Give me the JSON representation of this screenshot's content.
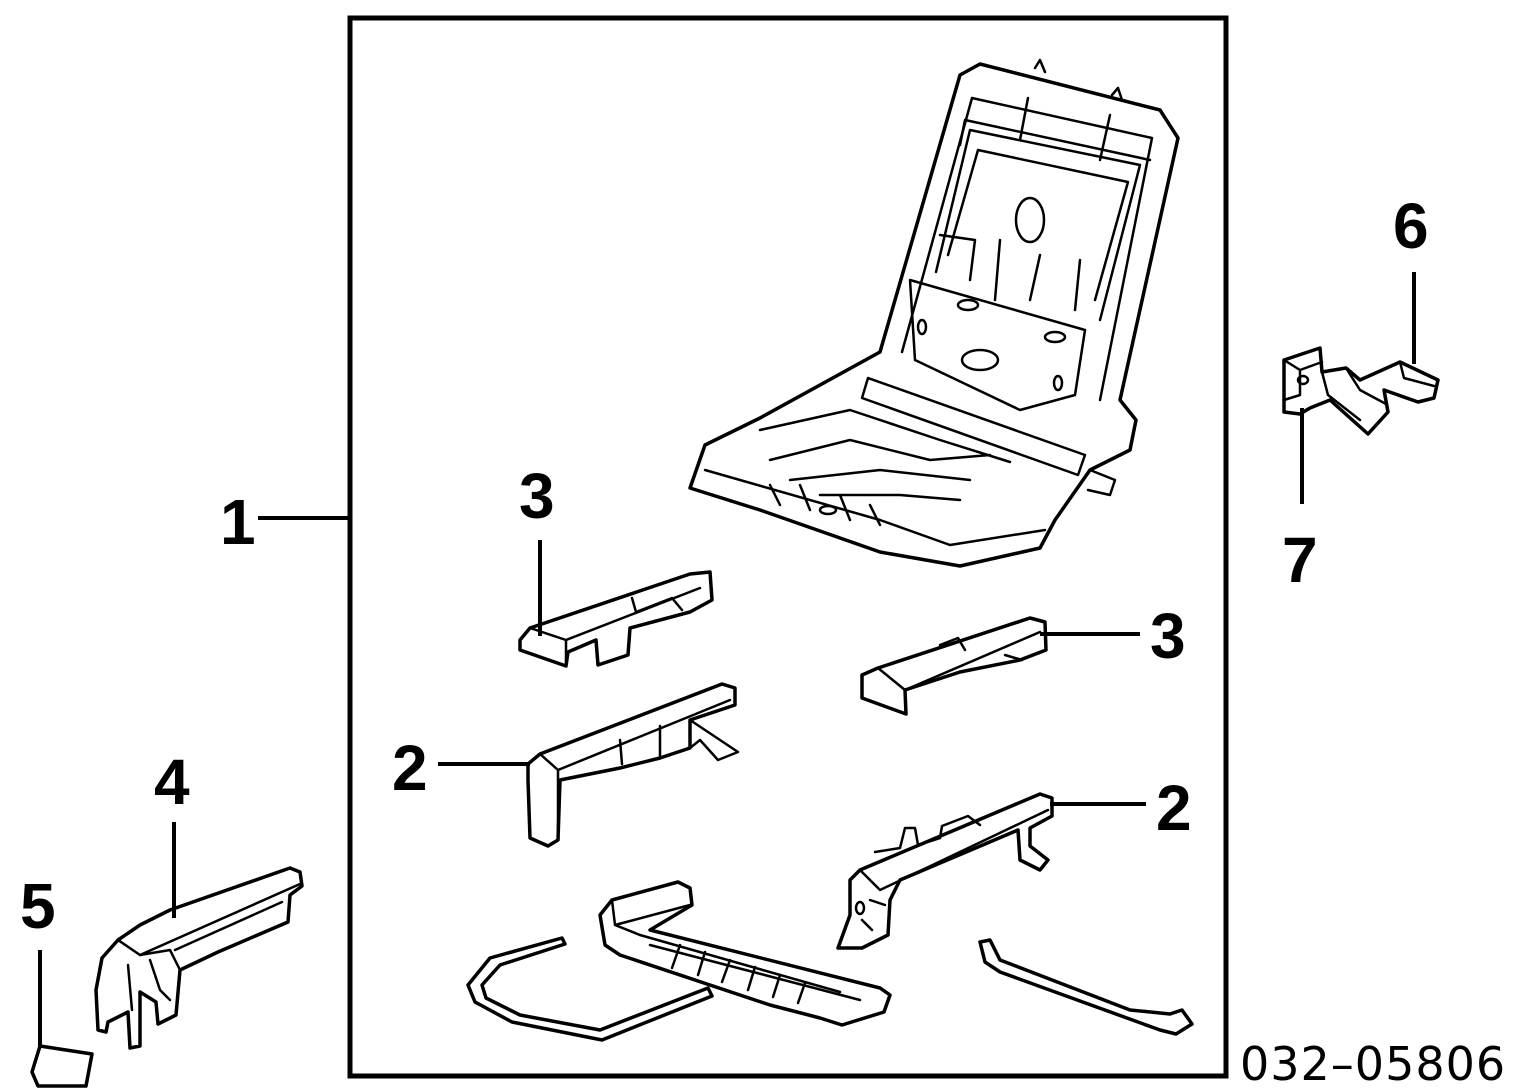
{
  "diagram": {
    "part_number": "032–05806",
    "callouts": {
      "c1": "1",
      "c2a": "2",
      "c2b": "2",
      "c3a": "3",
      "c3b": "3",
      "c4": "4",
      "c5": "5",
      "c6": "6",
      "c7": "7"
    }
  }
}
